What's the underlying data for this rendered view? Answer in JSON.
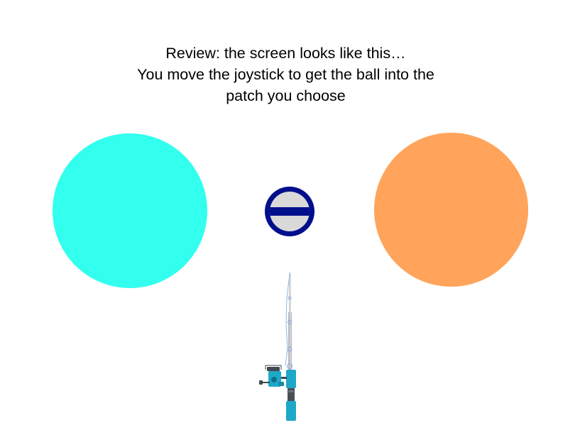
{
  "instructions": {
    "line1": "Review: the screen looks like this…",
    "line2": "You move the joystick to get the ball into the",
    "line3": "patch you choose"
  },
  "patches": {
    "left_color": "#33ffee",
    "right_color": "#ffa45a"
  },
  "ball": {
    "ring_color": "#000f8c",
    "fill_color": "#d9d9d9",
    "band_color": "#000f8c"
  },
  "fishing_rod": {
    "icon": "fishing-rod-icon",
    "accent_color": "#1ea8c8"
  }
}
